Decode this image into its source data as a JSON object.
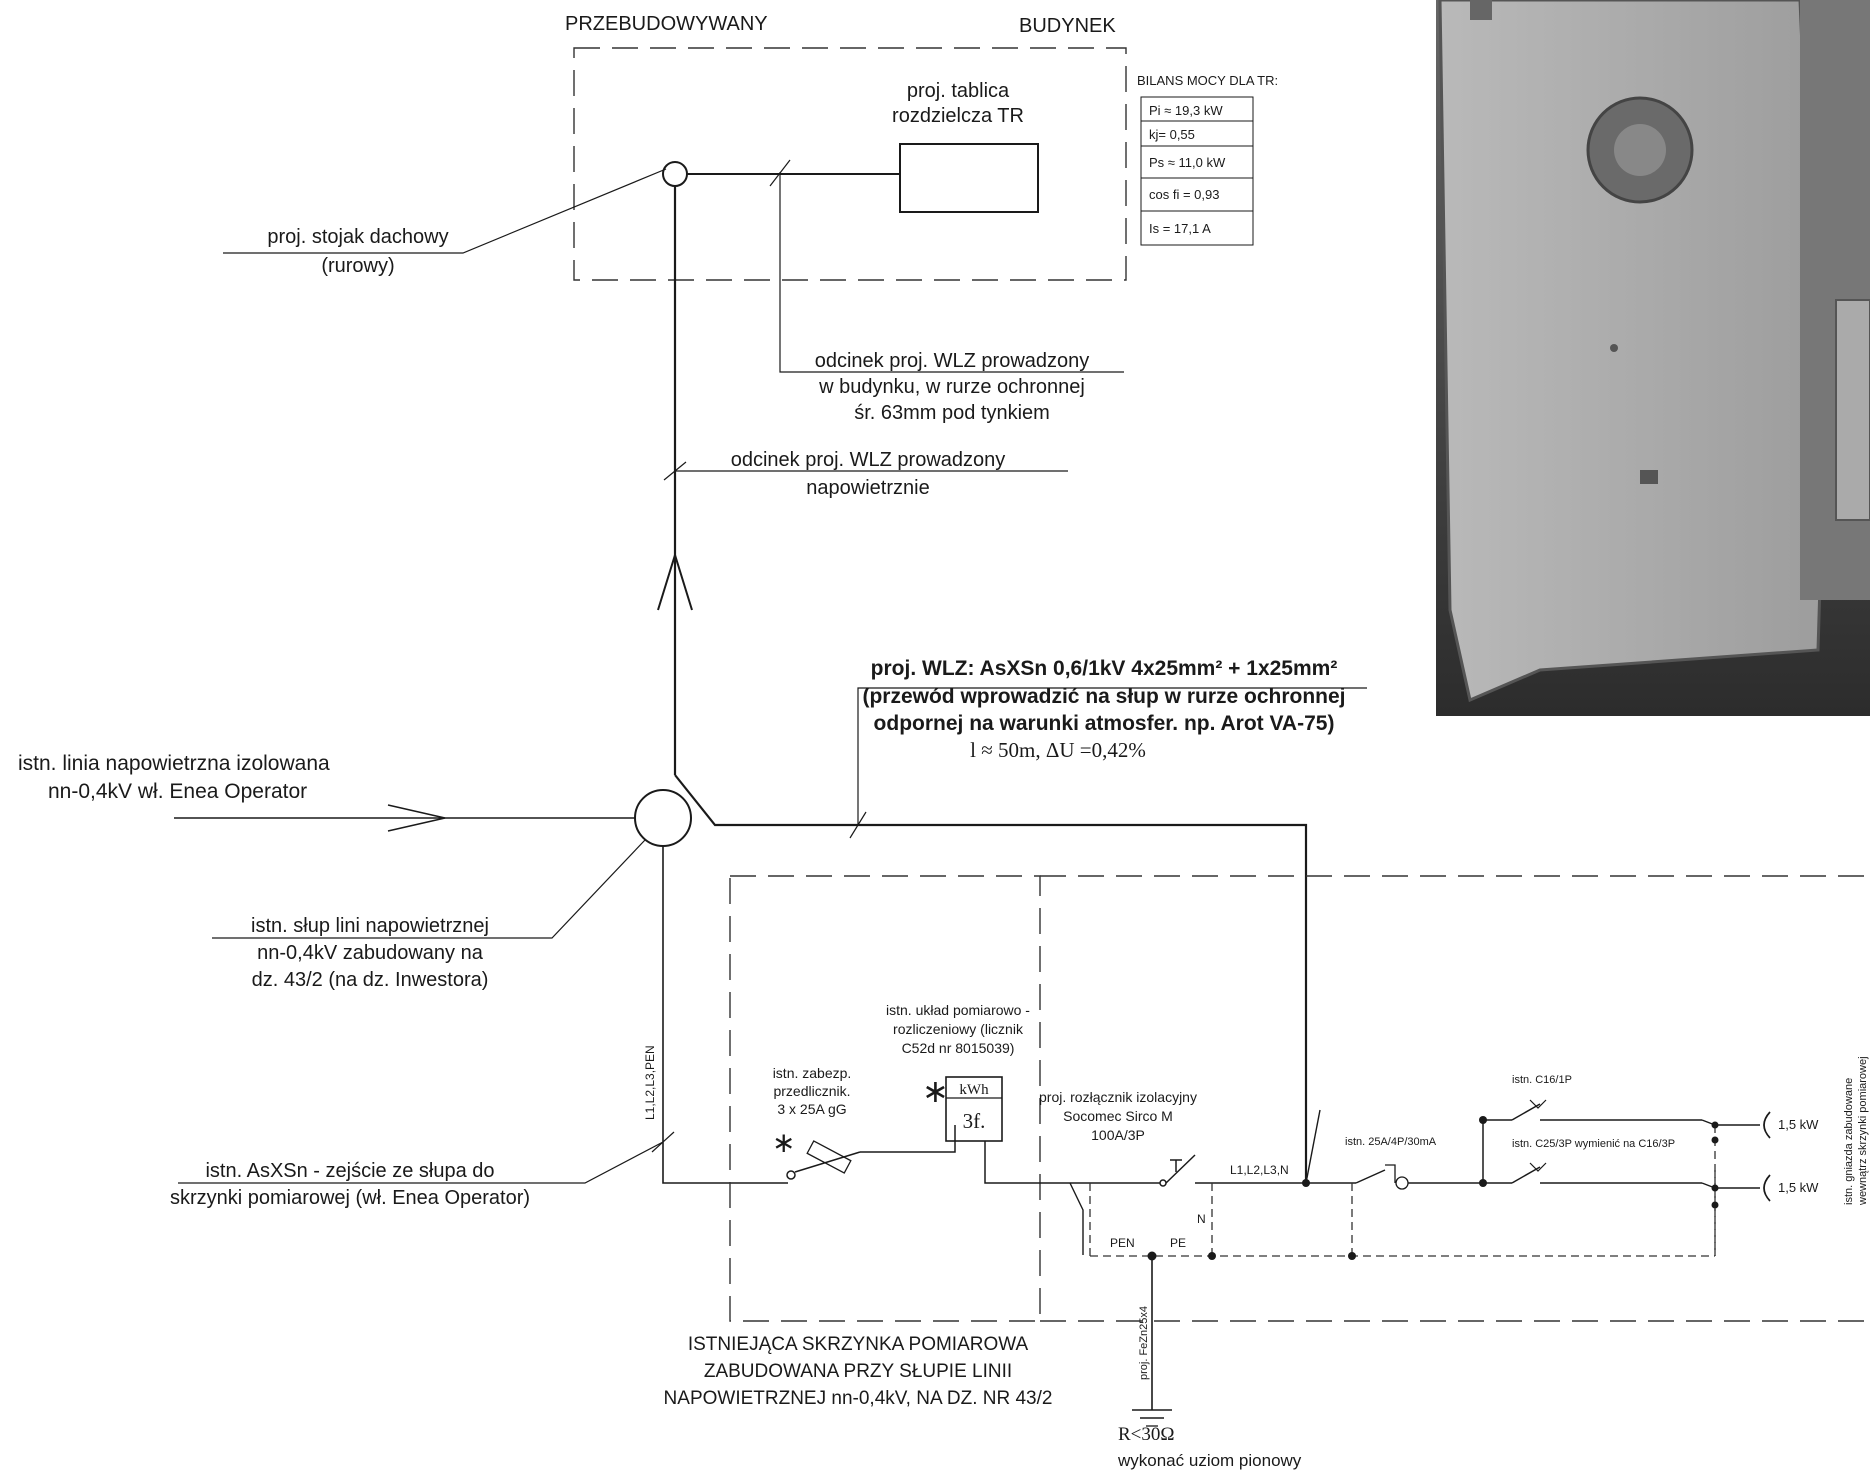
{
  "building": {
    "label_left": "PRZEBUDOWYWANY",
    "label_right": "BUDYNEK",
    "board_label_line1": "proj. tablica",
    "board_label_line2": "rozdzielcza TR"
  },
  "power_balance": {
    "title": "BILANS MOCY DLA TR:",
    "rows": [
      "Pi ≈ 19,3 kW",
      "kj= 0,55",
      "Ps ≈ 11,0 kW",
      "cos fi = 0,93",
      "Is = 17,1 A"
    ]
  },
  "labels": {
    "roof_stand_1": "proj. stojak dachowy",
    "roof_stand_2": "(rurowy)",
    "wlz_indoor_1": "odcinek proj. WLZ prowadzony",
    "wlz_indoor_2": "w budynku, w rurze ochronnej",
    "wlz_indoor_3": "śr. 63mm pod tynkiem",
    "wlz_aerial_1": "odcinek proj. WLZ prowadzony",
    "wlz_aerial_2": "napowietrznie",
    "wlz_spec_1": "proj. WLZ: AsXSn 0,6/1kV 4x25mm² + 1x25mm²",
    "wlz_spec_2": "(przewód wprowadzić na słup w rurze ochronnej",
    "wlz_spec_3": "odpornej na warunki atmosfer. np. Arot VA-75)",
    "wlz_spec_4": "l ≈ 50m,  ΔU =0,42%",
    "line_1": "istn. linia napowietrzna izolowana",
    "line_2": "nn-0,4kV wł. Enea Operator",
    "pole_1": "istn. słup lini napowietrznej",
    "pole_2": "nn-0,4kV zabudowany na",
    "pole_3": "dz. 43/2 (na dz. Inwestora)",
    "drop_1": "istn. AsXSn - zejście ze słupa do",
    "drop_2": "skrzynki pomiarowej (wł. Enea Operator)",
    "l123pen": "L1,L2,L3,PEN",
    "fuse_1": "istn. zabezp.",
    "fuse_2": "przedlicznik.",
    "fuse_3": "3 x 25A gG",
    "meter_1": "istn. układ pomiarowo -",
    "meter_2": "rozliczeniowy (licznik",
    "meter_3": "C52d nr 8015039)",
    "meter_kwh": "kWh",
    "meter_3f": "3f.",
    "switch_1": "proj. rozłącznik izolacyjny",
    "switch_2": "Socomec Sirco M",
    "switch_3": "100A/3P",
    "l123n": "L1,L2,L3,N",
    "n_label": "N",
    "pen_label": "PEN",
    "pe_label": "PE",
    "rcd": "istn. 25A/4P/30mA",
    "c16": "istn. C16/1P",
    "c25": "istn. C25/3P wymienić na C16/3P",
    "kw1": "1,5 kW",
    "kw2": "1,5 kW",
    "sockets_1": "istn. gniazda zabudowane",
    "sockets_2": "wewnątrz skrzynki pomiarowej",
    "ground_wire": "proj. FeZn25x4",
    "box_1": "ISTNIEJĄCA SKRZYNKA POMIAROWA",
    "box_2": "ZABUDOWANA PRZY SŁUPIE LINII",
    "box_3": "NAPOWIETRZNEJ nn-0,4kV, NA DZ. NR 43/2",
    "resistance": "R<30Ω",
    "ground_note": "wykonać uziom pionowy"
  }
}
